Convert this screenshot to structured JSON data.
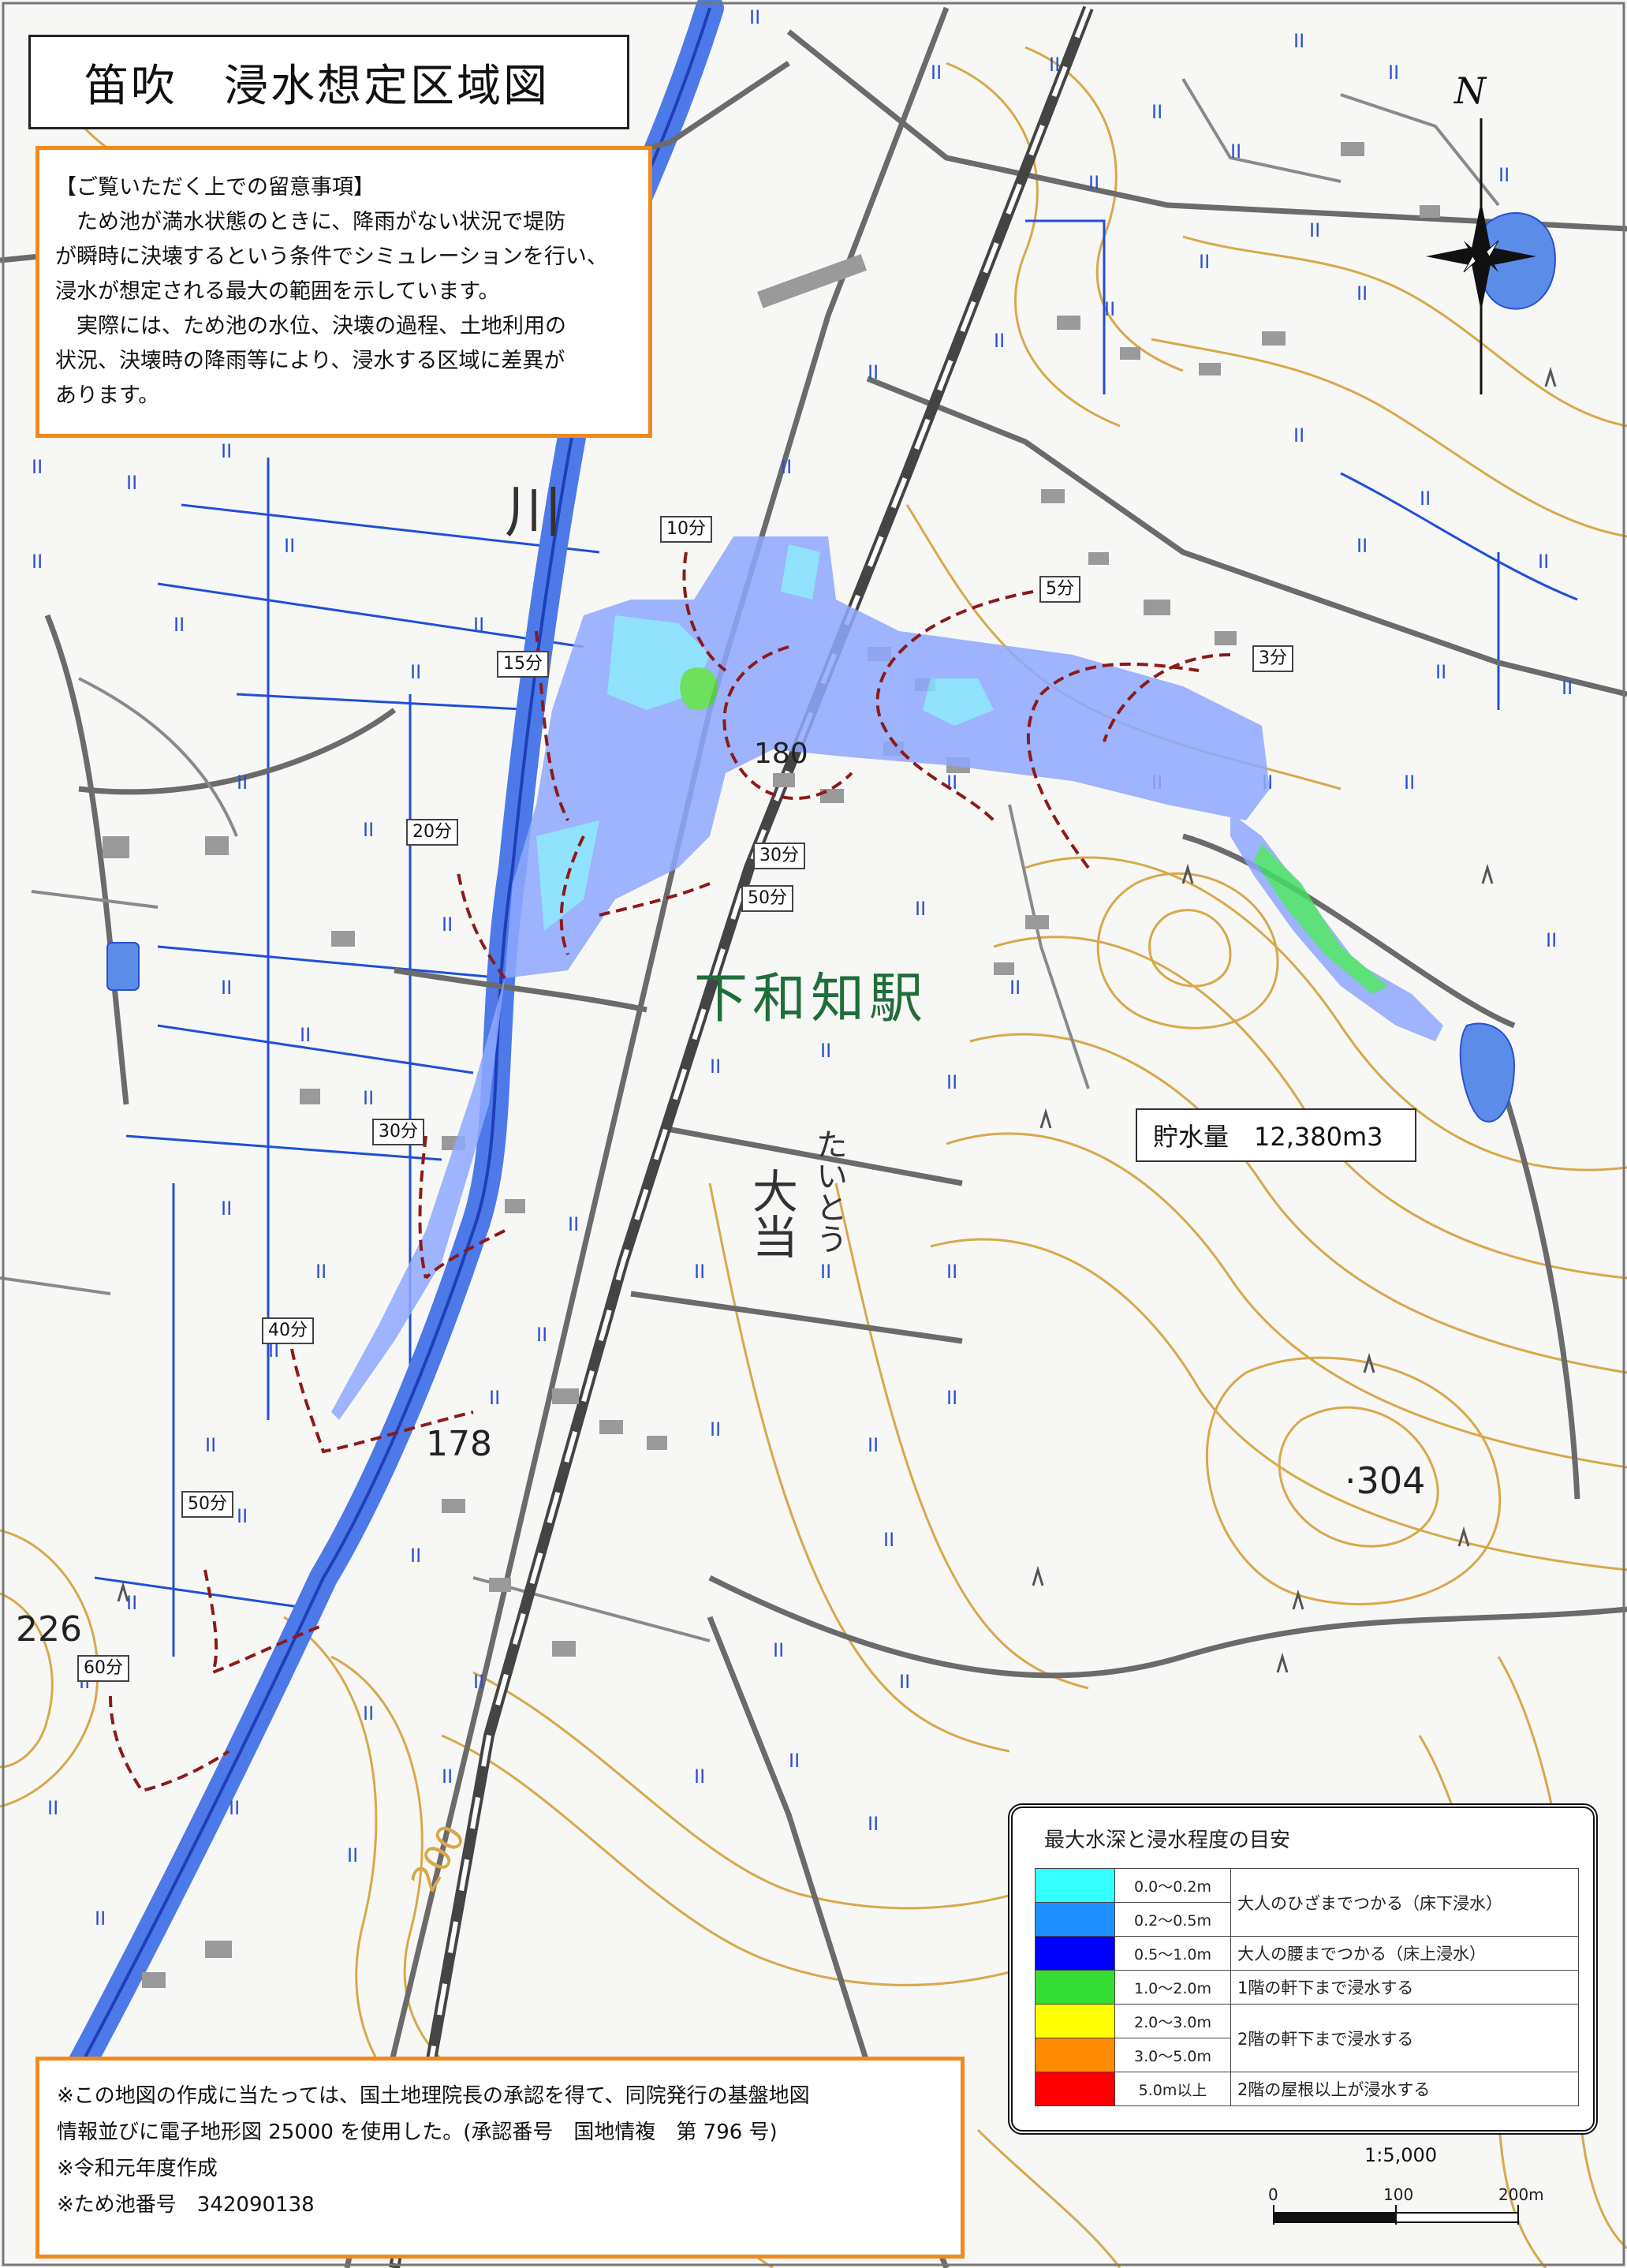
{
  "title": "笛吹　浸水想定区域図",
  "notice": {
    "heading": "【ご覧いただく上での留意事項】",
    "line1": "　ため池が満水状態のときに、降雨がない状況で堤防",
    "line2": "が瞬時に決壊するという条件でシミュレーションを行い、",
    "line3": "浸水が想定される最大の範囲を示しています。",
    "line4": "　実際には、ため池の水位、決壊の過程、土地利用の",
    "line5": "状況、決壊時の降雨等により、浸水する区域に差異が",
    "line6": "あります。"
  },
  "storage_volume": "貯水量　12,380m3",
  "station_name": "下和知駅",
  "place_kanji": "大当",
  "place_kana": "たいとう",
  "map_kanji_river": "川",
  "elevations": {
    "e180": "180",
    "e178": "178",
    "e304": "·304",
    "e226": "226",
    "e200": "200"
  },
  "time_labels": {
    "t10": "10分",
    "t5": "5分",
    "t3": "3分",
    "t15": "15分",
    "t20": "20分",
    "t30a": "30分",
    "t50a": "50分",
    "t30b": "30分",
    "t40": "40分",
    "t50b": "50分",
    "t60": "60分"
  },
  "legend": {
    "title": "最大水深と浸水程度の目安",
    "rows": [
      {
        "range": "0.0～0.2m",
        "color": "#33ffff",
        "desc": "大人のひざまでつかる（床下浸水）"
      },
      {
        "range": "0.2～0.5m",
        "color": "#1e90ff",
        "desc": ""
      },
      {
        "range": "0.5～1.0m",
        "color": "#0000ff",
        "desc": "大人の腰までつかる（床上浸水）"
      },
      {
        "range": "1.0～2.0m",
        "color": "#33dd33",
        "desc": "1階の軒下まで浸水する"
      },
      {
        "range": "2.0～3.0m",
        "color": "#ffff00",
        "desc": "2階の軒下まで浸水する"
      },
      {
        "range": "3.0～5.0m",
        "color": "#ff8c00",
        "desc": ""
      },
      {
        "range": "5.0m以上",
        "color": "#ff0000",
        "desc": "2階の屋根以上が浸水する"
      }
    ]
  },
  "credits": {
    "line1": "※この地図の作成に当たっては、国土地理院長の承認を得て、同院発行の基盤地図",
    "line2": "情報並びに電子地形図 25000 を使用した。(承認番号　国地情複　第 796 号)",
    "line3": "※令和元年度作成",
    "line4": "※ため池番号　342090138"
  },
  "scale": {
    "ratio": "1:5,000",
    "t0": "0",
    "t100": "100",
    "t200": "200m"
  },
  "north": "N",
  "colors": {
    "contour": "#d8a84a",
    "road": "#6b6b6b",
    "water": "#1f4fd8",
    "flood": "#8ea8ff",
    "arrival": "#8b1a1a",
    "frame": "#f08a1c"
  }
}
